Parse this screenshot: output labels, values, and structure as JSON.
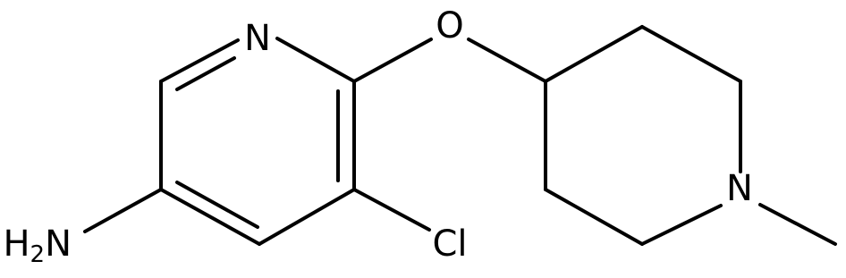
{
  "colors": {
    "bond": "#000000",
    "label": "#000000",
    "background": "#ffffff"
  },
  "atoms": {
    "pyridine_n": "N",
    "ether_o": "O",
    "chlorine": "Cl",
    "amine_h": "H",
    "amine_subscript": "2",
    "amine_n": "N",
    "piperidine_n": "N"
  }
}
